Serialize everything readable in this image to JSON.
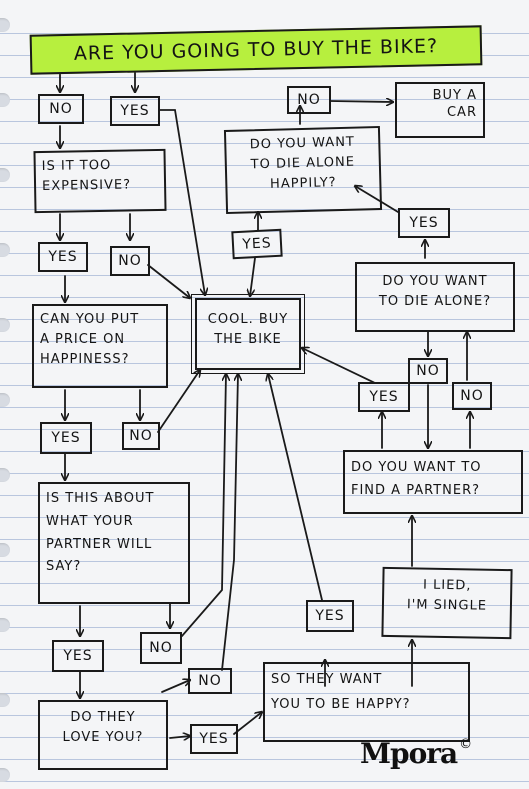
{
  "title": "ARE YOU GOING TO BUY THE BIKE?",
  "nodes": {
    "expensive": "IS IT TOO\nEXPENSIVE?",
    "price": "CAN YOU PUT\nA PRICE ON\nHAPPINESS?",
    "partner_say": "IS THIS ABOUT\nWHAT YOUR\nPARTNER WILL\nSAY?",
    "love": "DO THEY\nLOVE YOU?",
    "cool": "COOL. BUY\nTHE BIKE",
    "die_happily": "DO YOU WANT\nTO DIE ALONE\nHAPPILY?",
    "buy_car": "BUY A\nCAR",
    "die_alone": "DO YOU WANT\nTO DIE ALONE?",
    "find_partner": "DO YOU WANT TO\nFIND A PARTNER?",
    "lied": "I LIED,\nI'M SINGLE",
    "happy": "SO THEY WANT\nYOU TO BE HAPPY?"
  },
  "answers": {
    "yes": "YES",
    "no": "NO"
  },
  "logo": {
    "text": "Mpora",
    "mark": "©"
  }
}
